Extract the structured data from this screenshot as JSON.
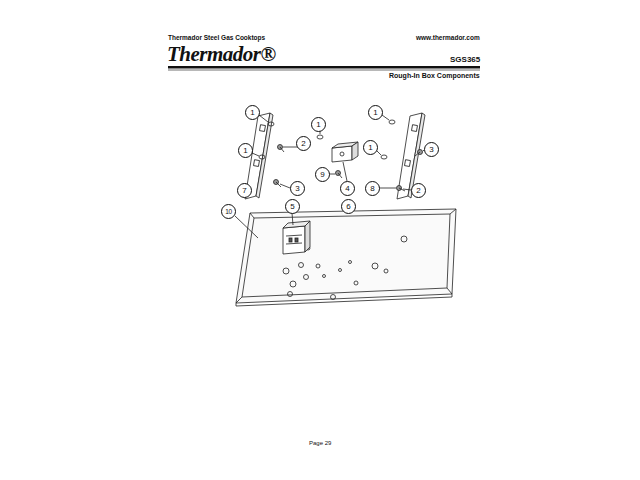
{
  "diagram": {
    "title": "Rough-In Box Components",
    "labels": [
      "Thermador Steel Gas Cooktops",
      "www.thermador.com",
      "Thermador®",
      "SGS365",
      "1",
      "1",
      "1",
      "1",
      "2",
      "1",
      "3",
      "9",
      "4",
      "3",
      "7",
      "8",
      "2",
      "10",
      "5",
      "6",
      "Page 29"
    ]
  }
}
